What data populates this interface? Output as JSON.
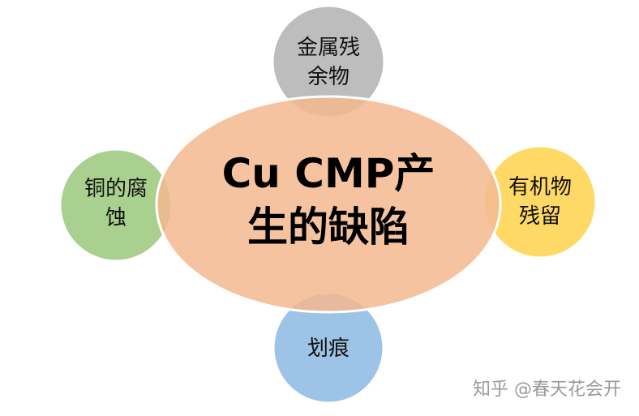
{
  "diagram": {
    "center": {
      "line1": "Cu CMP产",
      "line2": "生的缺陷",
      "fill": "#F4B990",
      "stroke": "#ffffff"
    },
    "nodes": [
      {
        "id": "top",
        "line1": "金属残",
        "line2": "余物",
        "fill": "#BDBDBD"
      },
      {
        "id": "left",
        "line1": "铜的腐",
        "line2": "蚀",
        "fill": "#A9D08E"
      },
      {
        "id": "right",
        "line1": "有机物",
        "line2": "残留",
        "fill": "#FFD966"
      },
      {
        "id": "bottom",
        "line1": "划痕",
        "line2": "",
        "fill": "#9DC3E6"
      }
    ]
  },
  "watermark": "知乎 @春天花会开"
}
